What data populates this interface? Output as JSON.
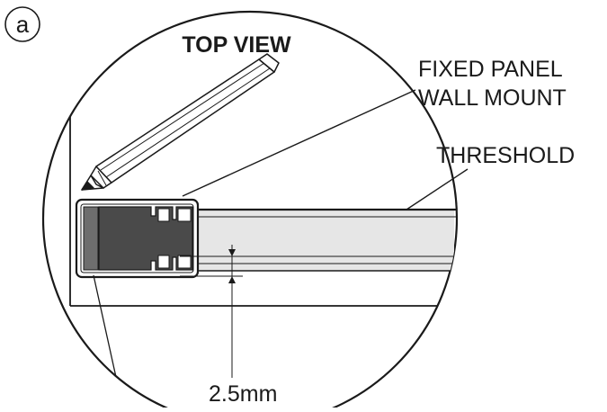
{
  "marker": "a",
  "title": "TOP VIEW",
  "labels": {
    "fixed_panel_line1": "FIXED PANEL",
    "fixed_panel_line2": "WALL MOUNT",
    "threshold": "THRESHOLD",
    "gap": "2.5mm"
  },
  "colors": {
    "ink": "#1a1a1a",
    "profile_dark": "#4a4a4a",
    "threshold_fill": "#e6e6e6",
    "background": "#ffffff"
  },
  "icons": [
    "pencil-icon"
  ]
}
